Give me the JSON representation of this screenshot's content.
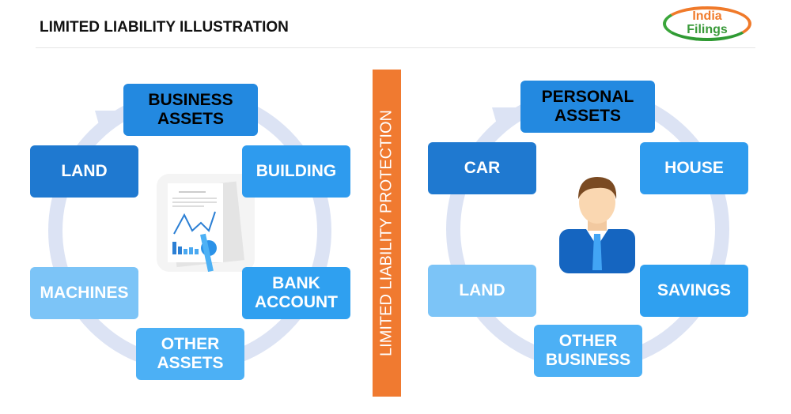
{
  "title": "LIMITED LIABILITY ILLUSTRATION",
  "logo": {
    "line1": "India",
    "line2": "Filings"
  },
  "divider_label": "LIMITED LIABILITY PROTECTION",
  "left": {
    "center": "BUSINESS ASSETS",
    "items": [
      "LAND",
      "BUILDING",
      "MACHINES",
      "BANK ACCOUNT",
      "OTHER ASSETS"
    ]
  },
  "right": {
    "center": "PERSONAL ASSETS",
    "items": [
      "CAR",
      "HOUSE",
      "LAND",
      "SAVINGS",
      "OTHER BUSINESS"
    ]
  },
  "colors": {
    "dark": "#1f79d0",
    "mid": "#2b92e8",
    "light": "#4db1f5",
    "pale": "#78c3f7",
    "ring": "#dce3f4",
    "orange": "#f07a30"
  }
}
